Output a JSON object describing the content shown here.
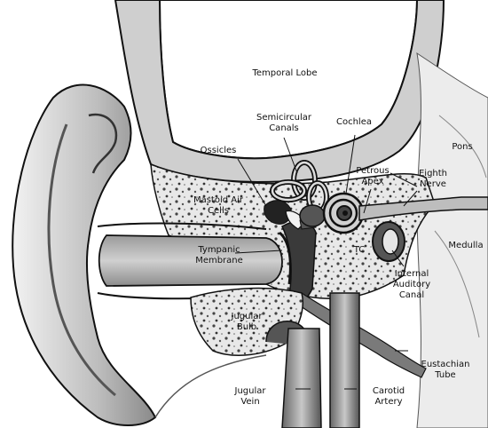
{
  "labels": {
    "temporal_lobe": "Temporal Lobe",
    "semicircular_canals_1": "Semicircular",
    "semicircular_canals_2": "Canals",
    "cochlea": "Cochlea",
    "pons": "Pons",
    "ossicles": "Ossicles",
    "petrous_apex_1": "Petrous",
    "petrous_apex_2": "Apex",
    "eighth_nerve_1": "Eighth",
    "eighth_nerve_2": "Nerve",
    "mastoid_air_cells_1": "Mastoid Air",
    "mastoid_air_cells_2": "Cells",
    "medulla": "Medulla",
    "tympanic_membrane_1": "Tympanic",
    "tympanic_membrane_2": "Membrane",
    "tc": "TC",
    "internal_auditory_canal_1": "Internal",
    "internal_auditory_canal_2": "Auditory",
    "internal_auditory_canal_3": "Canal",
    "jugular_bulb_1": "Jugular",
    "jugular_bulb_2": "Bulb",
    "eustachian_tube_1": "Eustachian",
    "eustachian_tube_2": "Tube",
    "jugular_vein_1": "Jugular",
    "jugular_vein_2": "Vein",
    "carotid_artery_1": "Carotid",
    "carotid_artery_2": "Artery"
  },
  "colors": {
    "background": "#ffffff",
    "bone": "#d9d9d9",
    "dark_tissue": "#555555",
    "outline": "#111111",
    "soft_tissue": "#bdbdbd"
  }
}
